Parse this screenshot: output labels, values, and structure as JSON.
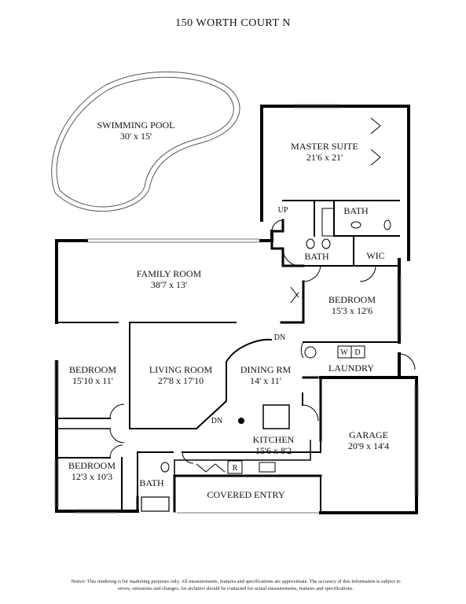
{
  "title": "150  WORTH COURT N",
  "rooms": {
    "pool": {
      "name": "SWIMMING POOL",
      "size": "30' x 15'"
    },
    "master_suite": {
      "name": "MASTER SUITE",
      "size": "21'6 x 21'"
    },
    "up": "UP",
    "bath_master": "BATH",
    "bath_mid": "BATH",
    "wic": "WIC",
    "family_room": {
      "name": "FAMILY ROOM",
      "size": "38'7 x 13'"
    },
    "bedroom_east": {
      "name": "BEDROOM",
      "size": "15'3 x 12'6"
    },
    "dn_top": "DN",
    "bedroom_west": {
      "name": "BEDROOM",
      "size": "15'10 x 11'"
    },
    "living_room": {
      "name": "LIVING ROOM",
      "size": "27'8 x 17'10"
    },
    "dining_rm": {
      "name": "DINING RM",
      "size": "14' x 11'"
    },
    "laundry": "LAUNDRY",
    "washer": "W",
    "dryer": "D",
    "dn_bottom": "DN",
    "kitchen": {
      "name": "KITCHEN",
      "size": "15'6 x 8'2"
    },
    "garage": {
      "name": "GARAGE",
      "size": "20'9 x 14'4"
    },
    "bedroom_sw": {
      "name": "BEDROOM",
      "size": "12'3 x 10'3"
    },
    "bath_sw": "BATH",
    "fridge": "R",
    "covered_entry": "COVERED ENTRY"
  },
  "notice": "Notice: This rendering is for marketing purposes only. All measurements, features and specifications are approximate. The accuracy of this information is subject to errors, omissions and changes. An architect should be contacted for actual measurements, features and specifications."
}
